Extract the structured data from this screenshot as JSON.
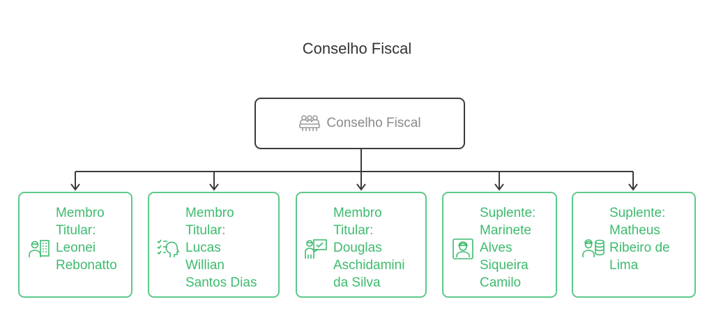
{
  "title": "Conselho Fiscal",
  "root": {
    "label": "Conselho Fiscal",
    "icon": "meeting-table-icon"
  },
  "colors": {
    "accent": "#5cc889",
    "text_green": "#3dbb6e",
    "root_border": "#3a3a3a",
    "root_text": "#8a8a8a"
  },
  "members": [
    {
      "label": "Membro\nTitular:\nLeonei\nRebonatto",
      "icon": "user-building-icon"
    },
    {
      "label": "Membro\nTitular:\nLucas\nWillian\nSantos Dias",
      "icon": "head-checklist-icon"
    },
    {
      "label": "Membro\nTitular:\nDouglas\nAschidamini\nda Silva",
      "icon": "presenter-check-icon"
    },
    {
      "label": "Suplente:\nMarinete\nAlves\nSiqueira\nCamilo",
      "icon": "id-badge-icon"
    },
    {
      "label": "Suplente:\nMatheus\nRibeiro de\nLima",
      "icon": "user-coins-icon"
    }
  ]
}
